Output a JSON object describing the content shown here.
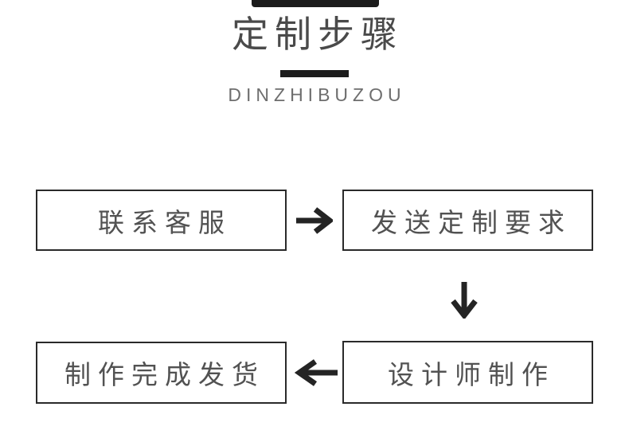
{
  "header": {
    "title": "定制步骤",
    "subtitle": "DINZHIBUZOU"
  },
  "flow": {
    "steps": [
      {
        "order": 1,
        "label": "联系客服"
      },
      {
        "order": 2,
        "label": "发送定制要求"
      },
      {
        "order": 3,
        "label": "设计师制作"
      },
      {
        "order": 4,
        "label": "制作完成发货"
      }
    ],
    "arrows": [
      {
        "from": 1,
        "to": 2,
        "direction": "right"
      },
      {
        "from": 2,
        "to": 3,
        "direction": "down"
      },
      {
        "from": 3,
        "to": 4,
        "direction": "left"
      }
    ]
  },
  "colors": {
    "background": "#ffffff",
    "title_text": "#4a4a4a",
    "subtitle_text": "#6e6e6e",
    "accent_bar": "#1c1c1c",
    "box_border": "#2a2a2a",
    "box_text": "#525252",
    "arrow": "#242424"
  }
}
